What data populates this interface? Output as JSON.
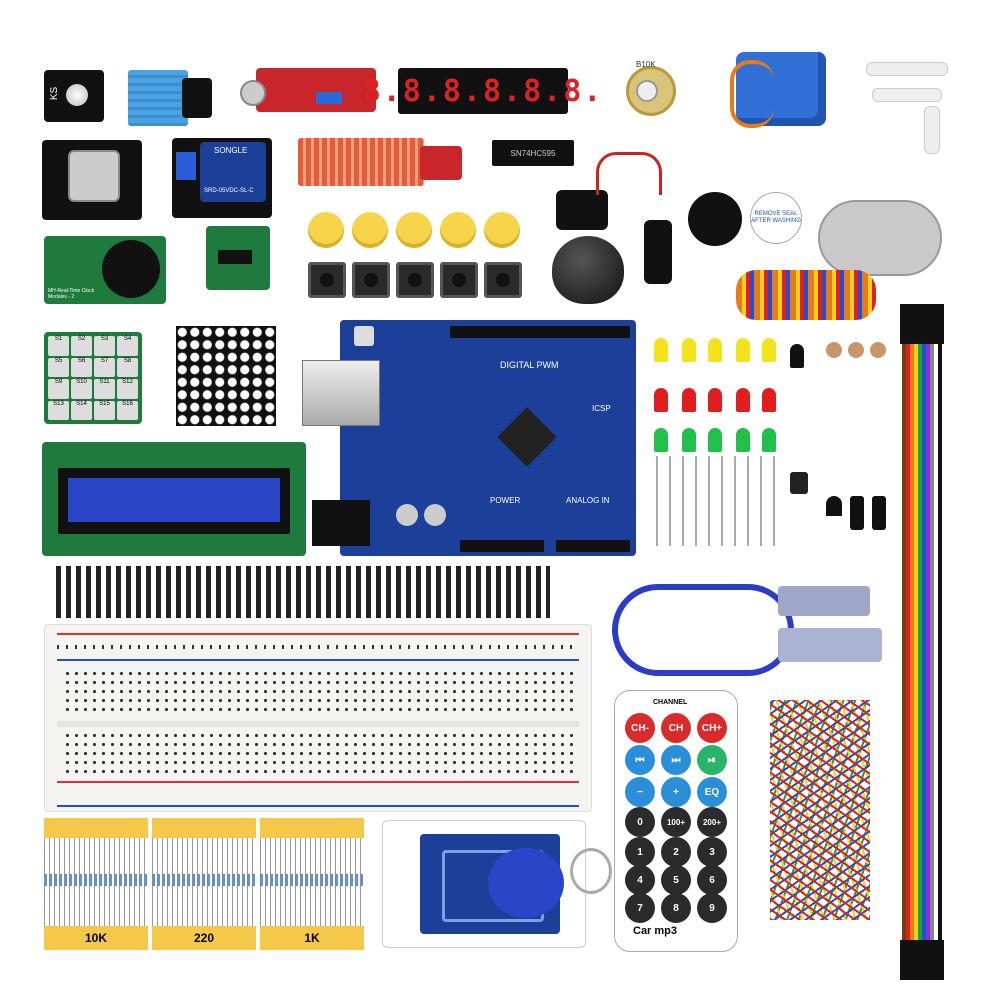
{
  "kit_labels": {
    "ks": "KS",
    "relay_brand": "SONGLE",
    "relay_model": "SRD-05VDC-SL-C",
    "rtc_text": "MH-Real-Time Clock Modules - 2",
    "shift_register": "SN74HC595",
    "pot_value": "B10K",
    "remove_seal": "REMOVE SEAL AFTER WASHING",
    "board_text": "DIGITAL PWM",
    "board_power": "POWER",
    "board_analog": "ANALOG IN",
    "board_icsp": "ICSP",
    "resistor_10k": "10K",
    "resistor_220": "220",
    "resistor_1k": "1K",
    "remote_channel": "CHANNEL",
    "remote_logo": "Car mp3"
  },
  "segment_display": {
    "digits": "8.8.8.8.8.8."
  },
  "keypad": {
    "keys": [
      "S1",
      "S2",
      "S3",
      "S4",
      "S5",
      "S6",
      "S7",
      "S8",
      "S9",
      "S10",
      "S11",
      "S12",
      "S13",
      "S14",
      "S15",
      "S16"
    ]
  },
  "remote": {
    "rows": [
      [
        {
          "label": "CH-",
          "color": "#d92b2b"
        },
        {
          "label": "CH",
          "color": "#d92b2b"
        },
        {
          "label": "CH+",
          "color": "#d92b2b"
        }
      ],
      [
        {
          "label": "⏮",
          "color": "#2a8fd8"
        },
        {
          "label": "⏭",
          "color": "#2a8fd8"
        },
        {
          "label": "⏯",
          "color": "#28b46a"
        }
      ],
      [
        {
          "label": "−",
          "color": "#2a8fd8"
        },
        {
          "label": "+",
          "color": "#2a8fd8"
        },
        {
          "label": "EQ",
          "color": "#2a8fd8"
        }
      ],
      [
        {
          "label": "0",
          "color": "#2b2b2b"
        },
        {
          "label": "100+",
          "color": "#2b2b2b"
        },
        {
          "label": "200+",
          "color": "#2b2b2b"
        }
      ],
      [
        {
          "label": "1",
          "color": "#2b2b2b"
        },
        {
          "label": "2",
          "color": "#2b2b2b"
        },
        {
          "label": "3",
          "color": "#2b2b2b"
        }
      ],
      [
        {
          "label": "4",
          "color": "#2b2b2b"
        },
        {
          "label": "5",
          "color": "#2b2b2b"
        },
        {
          "label": "6",
          "color": "#2b2b2b"
        }
      ],
      [
        {
          "label": "7",
          "color": "#2b2b2b"
        },
        {
          "label": "8",
          "color": "#2b2b2b"
        },
        {
          "label": "9",
          "color": "#2b2b2b"
        }
      ]
    ]
  },
  "colors": {
    "led_yellow": "#f2e31b",
    "led_red": "#e01e1e",
    "led_green": "#22c04a",
    "rainbow": [
      "#7a3b10",
      "#e02020",
      "#f07a10",
      "#f2d21a",
      "#22a040",
      "#2050d0",
      "#8a2be2",
      "#888888",
      "#ffffff",
      "#111111"
    ]
  }
}
